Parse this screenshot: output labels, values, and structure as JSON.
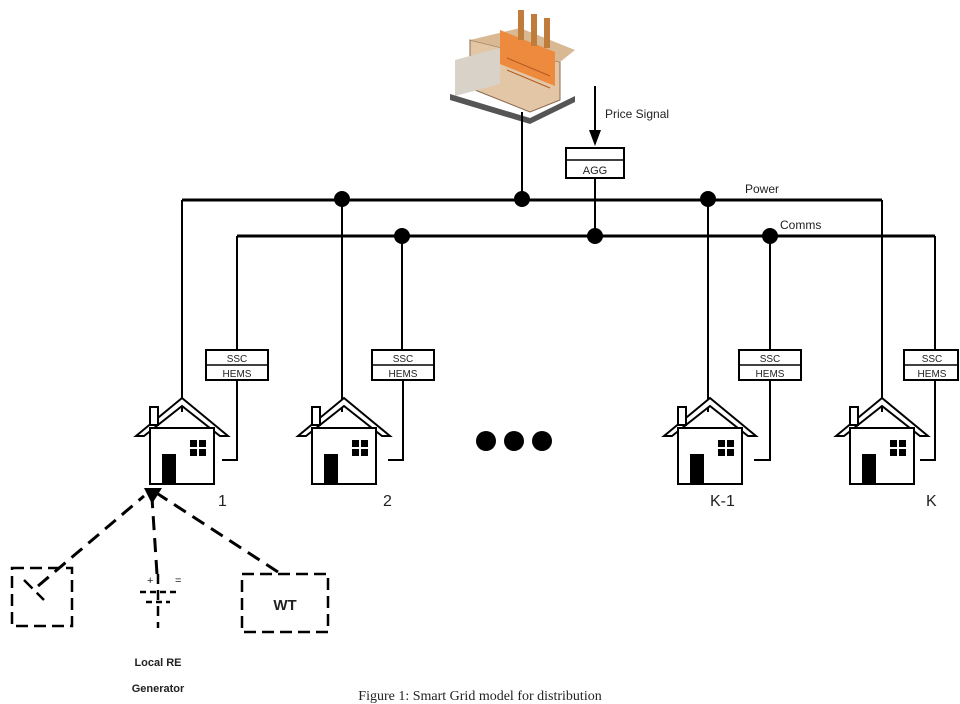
{
  "labels": {
    "price_signal": "Price Signal",
    "power": "Power",
    "comms": "Comms",
    "agg": "AGG",
    "ssc": "SSC",
    "hems": "HEMS",
    "house_1": "1",
    "house_2": "2",
    "house_k1": "K-1",
    "house_k": "K",
    "wt": "WT",
    "local_re_line1": "Local RE",
    "local_re_line2": "Generator",
    "caption": "Figure 1: Smart Grid model for distribution"
  }
}
